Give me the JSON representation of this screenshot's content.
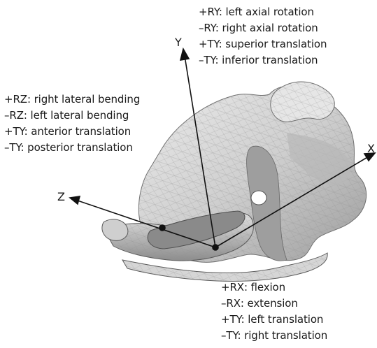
{
  "axes": {
    "x": {
      "letter": "X"
    },
    "y": {
      "letter": "Y"
    },
    "z": {
      "letter": "Z"
    }
  },
  "annotations": {
    "y_motions": [
      "+RY: left axial rotation",
      "–RY: right axial rotation",
      "+TY: superior translation",
      "–TY: inferior translation"
    ],
    "z_motions": [
      "+RZ: right lateral bending",
      "–RZ: left lateral bending",
      "+TY: anterior translation",
      "–TY: posterior translation"
    ],
    "x_motions": [
      "+RX: flexion",
      "–RX: extension",
      "+TY: left translation",
      "–TY: right translation"
    ]
  },
  "colors": {
    "bone_light": "#f2f2f2",
    "bone_mid": "#c9c9c9",
    "bone_dark": "#7a7a7a",
    "mesh_line": "#9a9a9a",
    "axis": "#111111"
  }
}
